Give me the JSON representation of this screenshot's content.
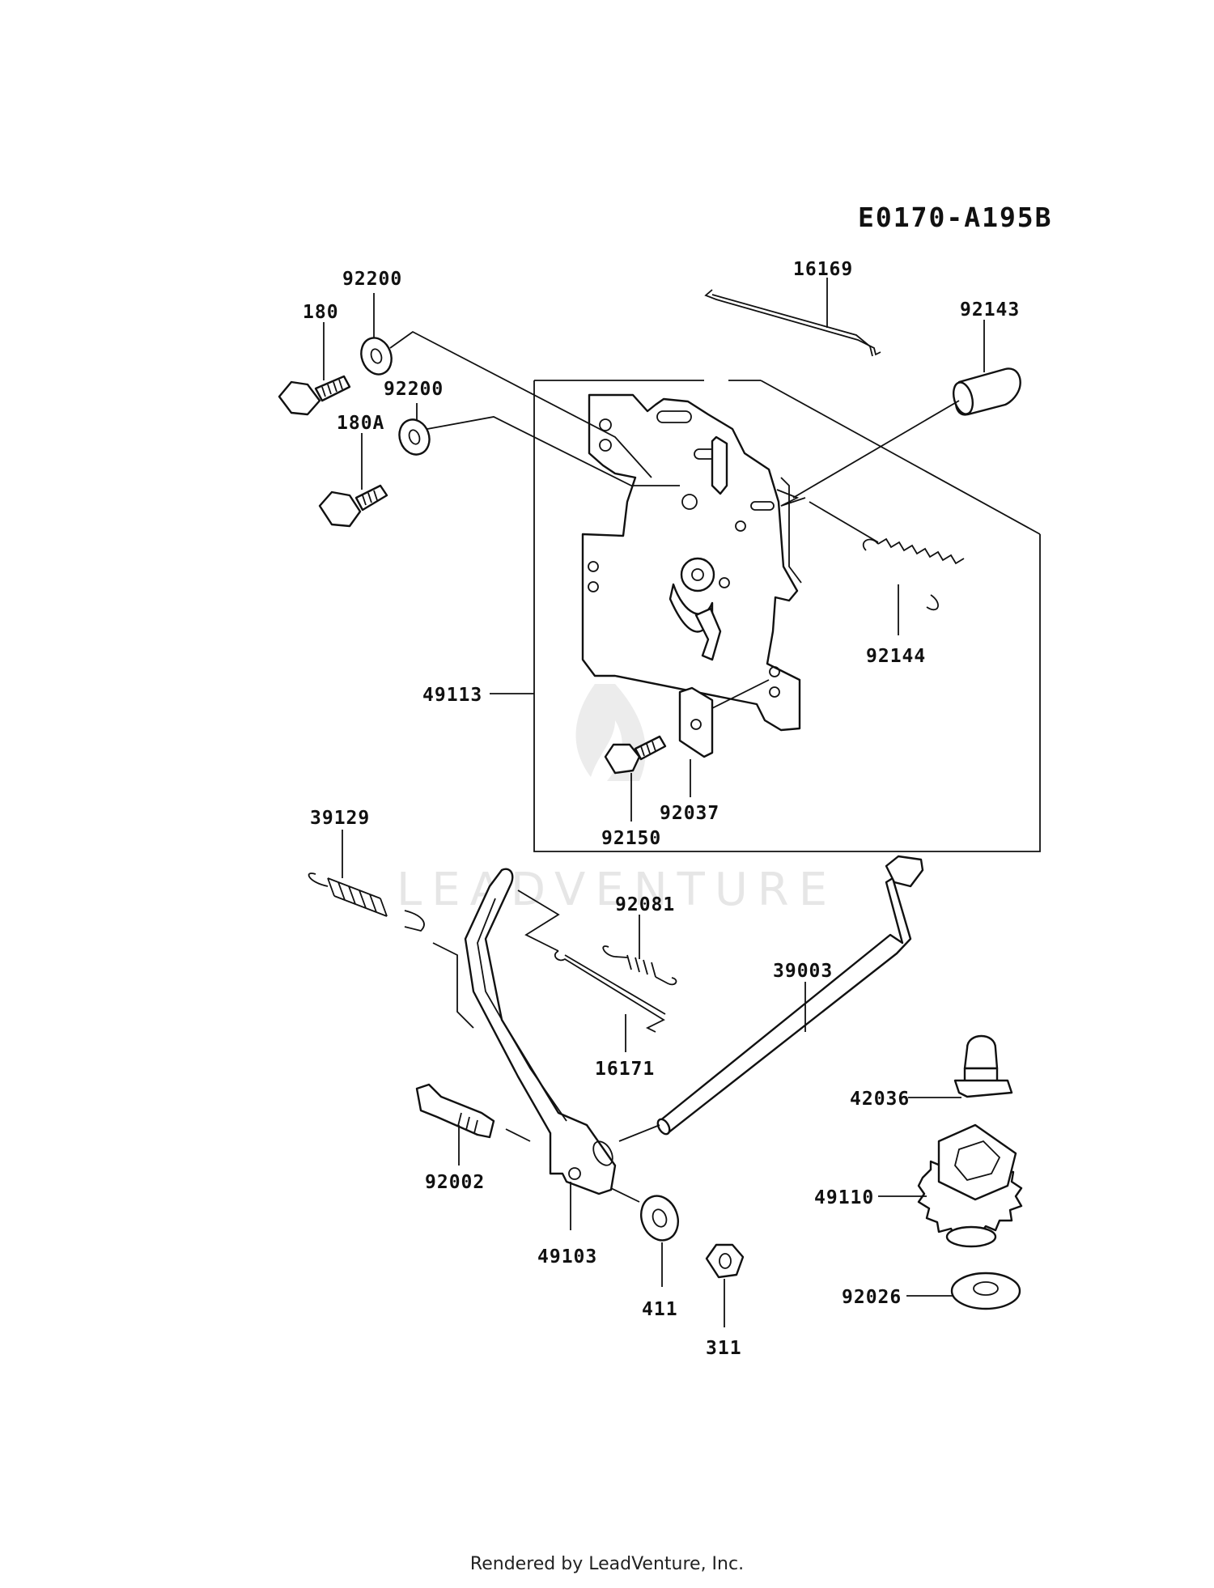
{
  "diagram_code": "E0170-A195B",
  "watermark_text": "LEADVENTURE",
  "footer": "Rendered by LeadVenture, Inc.",
  "parts": {
    "p16169": "16169",
    "p92143": "92143",
    "p92200a": "92200",
    "p180": "180",
    "p92200b": "92200",
    "p180A": "180A",
    "p92144": "92144",
    "p49113": "49113",
    "p92037": "92037",
    "p92150": "92150",
    "p39129": "39129",
    "p92081": "92081",
    "p39003": "39003",
    "p16171": "16171",
    "p42036": "42036",
    "p49110": "49110",
    "p92002": "92002",
    "p49103": "49103",
    "p92026": "92026",
    "p411": "411",
    "p311": "311"
  }
}
